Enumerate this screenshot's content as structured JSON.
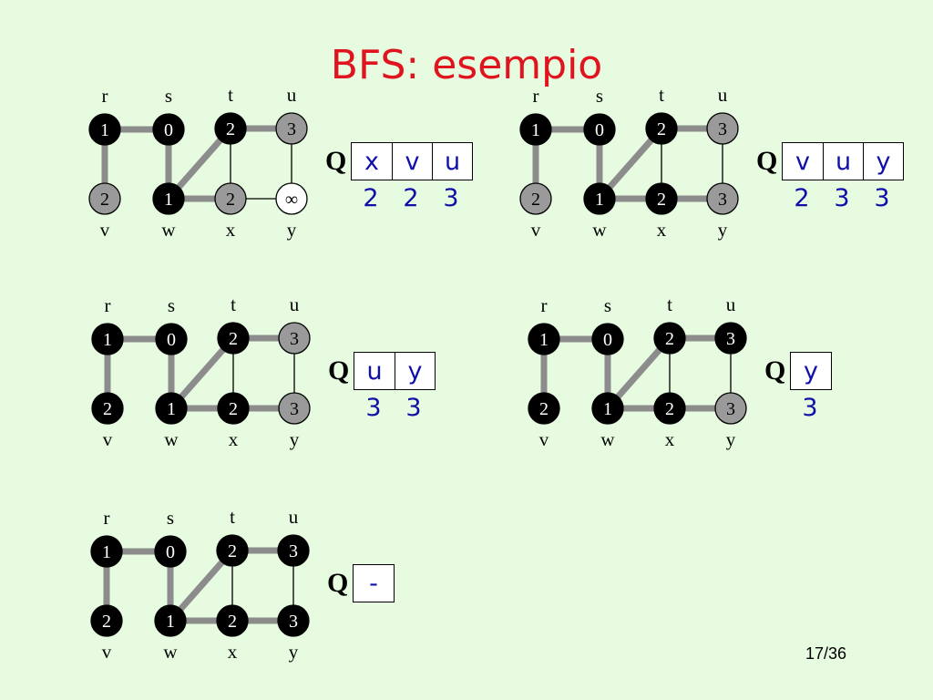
{
  "title": "BFS: esempio",
  "page_number": "17/36",
  "queue_label": "Q",
  "steps": [
    {
      "vertices": {
        "r": {
          "d": "1",
          "color": "black"
        },
        "s": {
          "d": "0",
          "color": "black"
        },
        "t": {
          "d": "2",
          "color": "black"
        },
        "u": {
          "d": "3",
          "color": "gray"
        },
        "v": {
          "d": "2",
          "color": "gray"
        },
        "w": {
          "d": "1",
          "color": "black"
        },
        "x": {
          "d": "2",
          "color": "gray"
        },
        "y": {
          "d": "∞",
          "color": "white"
        }
      },
      "tree_edges": [
        [
          "r",
          "s"
        ],
        [
          "r",
          "v"
        ],
        [
          "s",
          "w"
        ],
        [
          "w",
          "t"
        ],
        [
          "t",
          "u"
        ],
        [
          "w",
          "x"
        ]
      ],
      "queue": [
        "x",
        "v",
        "u"
      ],
      "distances": [
        "2",
        "2",
        "3"
      ]
    },
    {
      "vertices": {
        "r": {
          "d": "1",
          "color": "black"
        },
        "s": {
          "d": "0",
          "color": "black"
        },
        "t": {
          "d": "2",
          "color": "black"
        },
        "u": {
          "d": "3",
          "color": "gray"
        },
        "v": {
          "d": "2",
          "color": "gray"
        },
        "w": {
          "d": "1",
          "color": "black"
        },
        "x": {
          "d": "2",
          "color": "black"
        },
        "y": {
          "d": "3",
          "color": "gray"
        }
      },
      "tree_edges": [
        [
          "r",
          "s"
        ],
        [
          "r",
          "v"
        ],
        [
          "s",
          "w"
        ],
        [
          "w",
          "t"
        ],
        [
          "t",
          "u"
        ],
        [
          "w",
          "x"
        ],
        [
          "x",
          "y"
        ]
      ],
      "queue": [
        "v",
        "u",
        "y"
      ],
      "distances": [
        "2",
        "3",
        "3"
      ]
    },
    {
      "vertices": {
        "r": {
          "d": "1",
          "color": "black"
        },
        "s": {
          "d": "0",
          "color": "black"
        },
        "t": {
          "d": "2",
          "color": "black"
        },
        "u": {
          "d": "3",
          "color": "gray"
        },
        "v": {
          "d": "2",
          "color": "black"
        },
        "w": {
          "d": "1",
          "color": "black"
        },
        "x": {
          "d": "2",
          "color": "black"
        },
        "y": {
          "d": "3",
          "color": "gray"
        }
      },
      "tree_edges": [
        [
          "r",
          "s"
        ],
        [
          "r",
          "v"
        ],
        [
          "s",
          "w"
        ],
        [
          "w",
          "t"
        ],
        [
          "t",
          "u"
        ],
        [
          "w",
          "x"
        ],
        [
          "x",
          "y"
        ]
      ],
      "queue": [
        "u",
        "y"
      ],
      "distances": [
        "3",
        "3"
      ]
    },
    {
      "vertices": {
        "r": {
          "d": "1",
          "color": "black"
        },
        "s": {
          "d": "0",
          "color": "black"
        },
        "t": {
          "d": "2",
          "color": "black"
        },
        "u": {
          "d": "3",
          "color": "black"
        },
        "v": {
          "d": "2",
          "color": "black"
        },
        "w": {
          "d": "1",
          "color": "black"
        },
        "x": {
          "d": "2",
          "color": "black"
        },
        "y": {
          "d": "3",
          "color": "gray"
        }
      },
      "tree_edges": [
        [
          "r",
          "s"
        ],
        [
          "r",
          "v"
        ],
        [
          "s",
          "w"
        ],
        [
          "w",
          "t"
        ],
        [
          "t",
          "u"
        ],
        [
          "w",
          "x"
        ],
        [
          "x",
          "y"
        ]
      ],
      "queue": [
        "y"
      ],
      "distances": [
        "3"
      ]
    },
    {
      "vertices": {
        "r": {
          "d": "1",
          "color": "black"
        },
        "s": {
          "d": "0",
          "color": "black"
        },
        "t": {
          "d": "2",
          "color": "black"
        },
        "u": {
          "d": "3",
          "color": "black"
        },
        "v": {
          "d": "2",
          "color": "black"
        },
        "w": {
          "d": "1",
          "color": "black"
        },
        "x": {
          "d": "2",
          "color": "black"
        },
        "y": {
          "d": "3",
          "color": "black"
        }
      },
      "tree_edges": [
        [
          "r",
          "s"
        ],
        [
          "r",
          "v"
        ],
        [
          "s",
          "w"
        ],
        [
          "w",
          "t"
        ],
        [
          "t",
          "u"
        ],
        [
          "w",
          "x"
        ],
        [
          "x",
          "y"
        ]
      ],
      "queue": [
        "-"
      ],
      "distances": []
    }
  ],
  "edges": [
    [
      "r",
      "s"
    ],
    [
      "r",
      "v"
    ],
    [
      "s",
      "w"
    ],
    [
      "w",
      "t"
    ],
    [
      "w",
      "x"
    ],
    [
      "t",
      "x"
    ],
    [
      "t",
      "u"
    ],
    [
      "x",
      "y"
    ],
    [
      "u",
      "y"
    ]
  ],
  "colors": {
    "background": "#e6fbe0",
    "title": "#e0141e",
    "queue_text": "#1010a8",
    "node_black": "#000000",
    "node_gray": "#9a9a9a",
    "node_white": "#ffffff",
    "tree_edge": "#8c8c8c",
    "plain_edge": "#000000"
  }
}
